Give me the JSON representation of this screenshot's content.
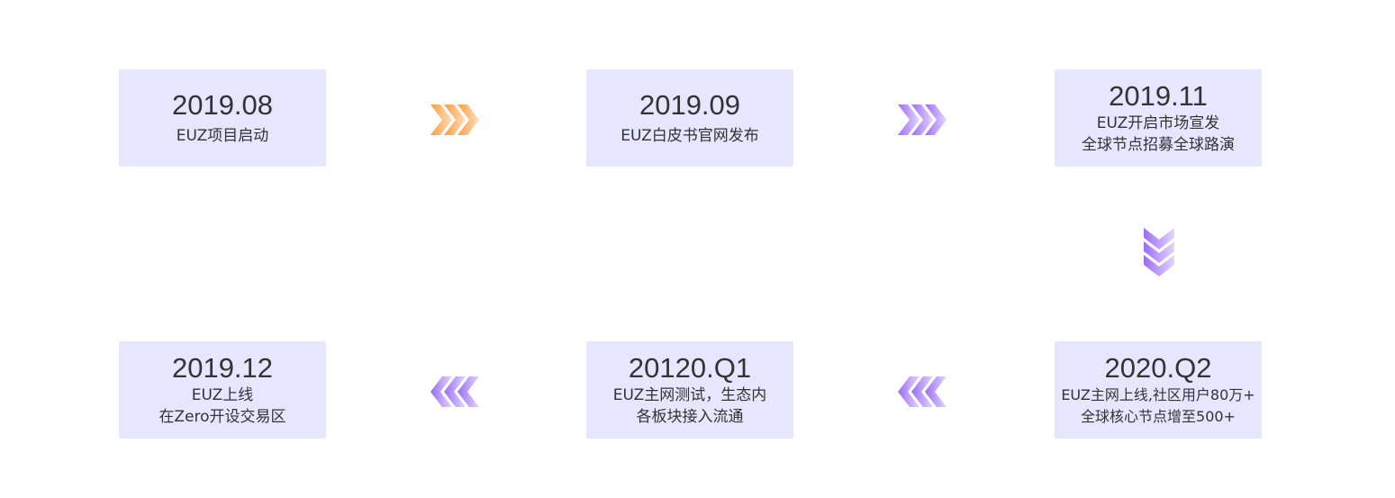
{
  "timeline": [
    {
      "date": "2019.08",
      "lines": [
        "EUZ项目启动"
      ]
    },
    {
      "date": "2019.09",
      "lines": [
        "EUZ白皮书官网发布"
      ]
    },
    {
      "date": "2019.11",
      "lines": [
        "EUZ开启市场宣发",
        "全球节点招募全球路演"
      ]
    },
    {
      "date": "2020.Q2",
      "lines": [
        "EUZ主网上线,社区用户80万+",
        "全球核心节点增至500+"
      ]
    },
    {
      "date": "20120.Q1",
      "lines": [
        "EUZ主网测试，生态内",
        "各板块接入流通"
      ]
    },
    {
      "date": "2019.12",
      "lines": [
        "EUZ上线",
        "在Zero开设交易区"
      ]
    }
  ],
  "arrows": [
    {
      "icon": "chevron-right-icon",
      "direction": "right",
      "colors": [
        "#ff9a3c",
        "#ffe0c0"
      ]
    },
    {
      "icon": "chevron-right-icon",
      "direction": "right",
      "colors": [
        "#9c6cf5",
        "#e2d6ff"
      ]
    },
    {
      "icon": "chevron-down-icon",
      "direction": "down",
      "colors": [
        "#9c6cf5",
        "#e2d6ff"
      ]
    },
    {
      "icon": "chevron-left-icon",
      "direction": "left",
      "colors": [
        "#9c6cf5",
        "#e2d6ff"
      ]
    },
    {
      "icon": "chevron-left-icon",
      "direction": "left",
      "colors": [
        "#9c6cf5",
        "#e2d6ff"
      ]
    }
  ],
  "colors": {
    "card_bg": "#e6e6ff",
    "text": "#333333"
  }
}
